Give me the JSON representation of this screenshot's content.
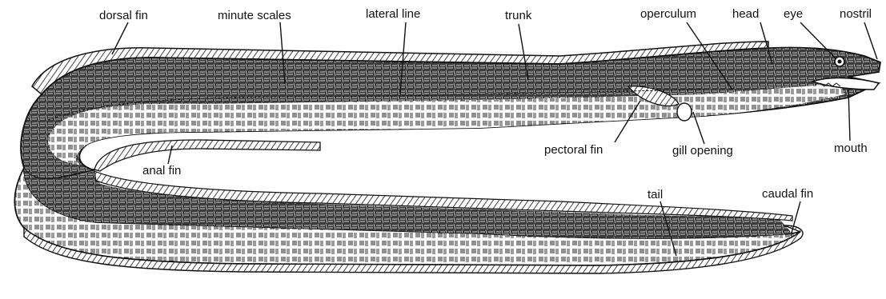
{
  "diagram": {
    "labels": {
      "dorsal_fin": "dorsal  fin",
      "minute_scales": "minute  scales",
      "lateral_line": "lateral  line",
      "trunk": "trunk",
      "operculum": "operculum",
      "head": "head",
      "eye": "eye",
      "nostril": "nostril",
      "mouth": "mouth",
      "gill_opening": "gill  opening",
      "pectoral_fin": "pectoral  fin",
      "anal_fin": "anal  fin",
      "tail": "tail",
      "caudal_fin": "caudal fin"
    }
  }
}
